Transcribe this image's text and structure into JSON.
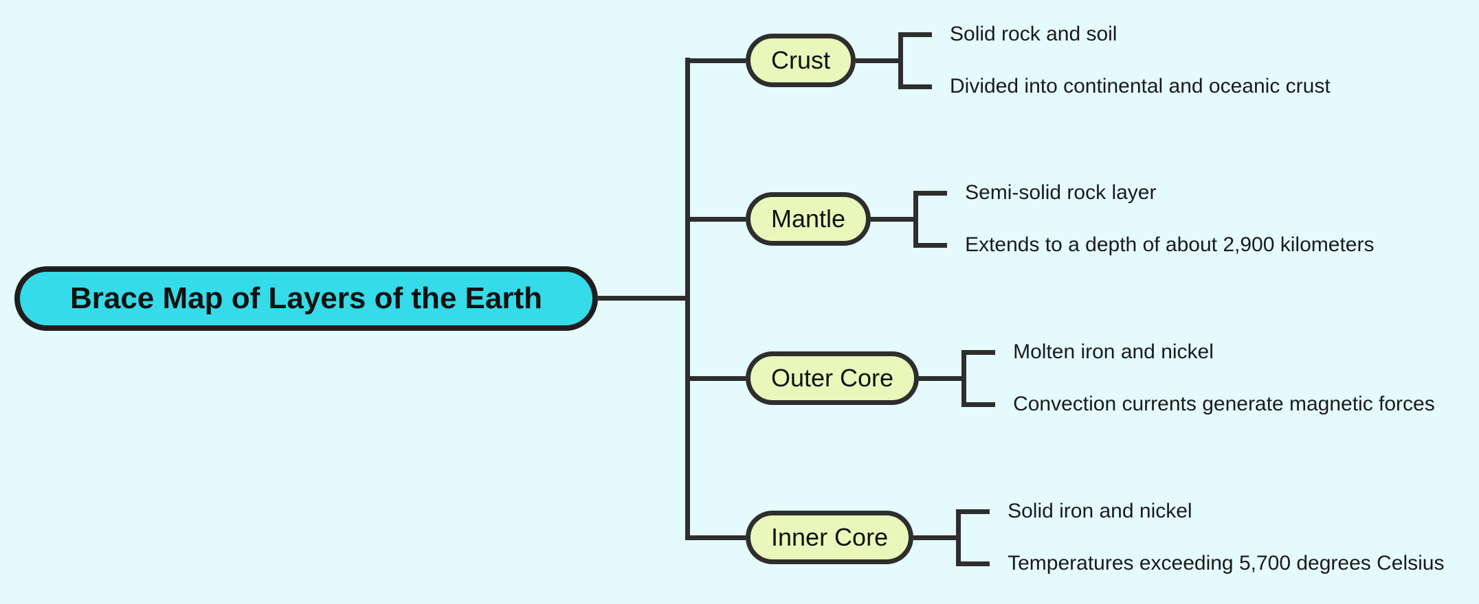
{
  "diagram": {
    "title": "Brace Map of Layers of the Earth",
    "type": "brace-map",
    "colors": {
      "background": "#e4fafc",
      "root_fill": "#35dbe8",
      "branch_fill": "#e9f8ba",
      "line": "#2e2e2e",
      "text": "#111111"
    },
    "branches": [
      {
        "label": "Crust",
        "leaves": [
          "Solid rock and soil",
          "Divided into continental and oceanic crust"
        ]
      },
      {
        "label": "Mantle",
        "leaves": [
          "Semi-solid rock layer",
          "Extends to a depth of about 2,900 kilometers"
        ]
      },
      {
        "label": "Outer Core",
        "leaves": [
          "Molten iron and nickel",
          "Convection currents generate magnetic forces"
        ]
      },
      {
        "label": "Inner Core",
        "leaves": [
          "Solid iron and nickel",
          "Temperatures exceeding 5,700 degrees Celsius"
        ]
      }
    ]
  }
}
